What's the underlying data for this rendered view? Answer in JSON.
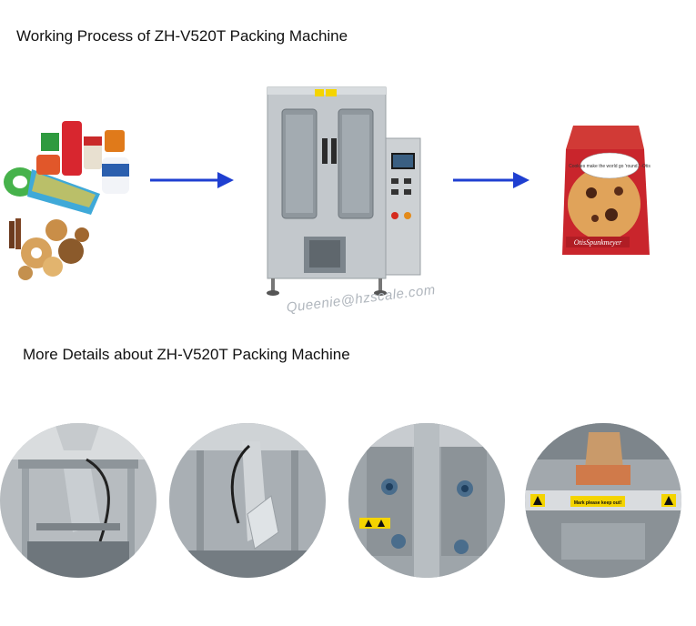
{
  "process": {
    "title": "Working Process of ZH-V520T Packing Machine",
    "watermark": "Queenie@hzscale.com",
    "bag": {
      "speech_text": "Cookies make the world go 'round.' -Otis",
      "brand_text": "OtisSpunkmeyer"
    }
  },
  "details": {
    "title": "More Details about ZH-V520T Packing Machine",
    "photos": [
      {
        "subject": "forming-tube-top"
      },
      {
        "subject": "forming-collar"
      },
      {
        "subject": "sealing-jaws"
      },
      {
        "subject": "bag-outlet",
        "warning_text": "Mark please keep out!"
      }
    ]
  },
  "colors": {
    "arrow": "#1f3fd1",
    "steel": "#b9bfc4",
    "bag_red": "#c9252c",
    "warning_yellow": "#f4d400"
  }
}
